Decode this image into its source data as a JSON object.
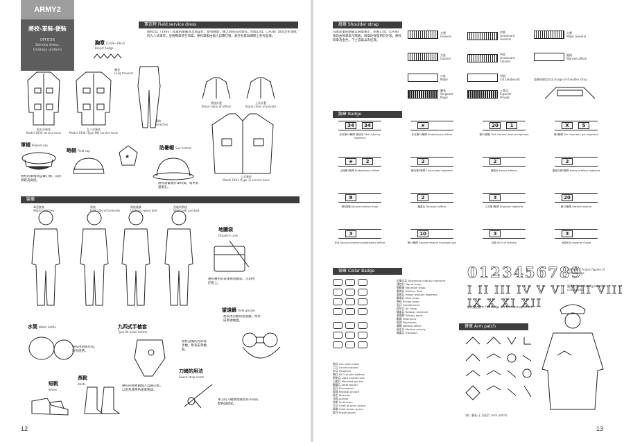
{
  "left": {
    "corner_tag": "ARMY2",
    "title_cn": "將校-軍裝-便裝",
    "title_en": [
      "OFFICER",
      "Service dress,",
      "Undress uniform"
    ],
    "page_number": "12",
    "field_dress_header": "軍衣袴 Field service dress",
    "field_dress_text": "昭和5年（1930）陸軍的軍服為立領設計，配有胸章，稱之為昭五式軍衣。昭和13年（1938）改為立折領式的九八式軍衣，並將胸章移至領章。將校軍服由個人自費訂製，故在材質與細節上各有差異。",
    "jacket_label": "胸章",
    "jacket_years": "(1938~1943)",
    "jacket_sub": "Breast badge",
    "items": {
      "shirt": "襯衣",
      "shirt_en": "Long trousers",
      "m30": "昭五式軍衣",
      "m30_en": "Model 1930 service tunic",
      "m38": "九八式軍衣",
      "m38_en": "Model 1938 (Type 98) service tunic",
      "trousers": "軍袴",
      "trousers_en": "Breeches",
      "officer_collar": "將校外套",
      "officer_collar_en": "Stand collar of officer",
      "private_collar": "士兵外套",
      "private_collar_en": "Stand collar of private",
      "type3": "三式軍衣",
      "type3_en": "Model 1943 (Type 3) service tunic"
    },
    "cap_label": "軍帽",
    "cap_en": "Peaked cap",
    "cap_text": "將校的軍帽為自費訂製，其形狀較為高挺。",
    "fieldcap_label": "略帽",
    "fieldcap_en": "Field cap",
    "helmet_label": "防暑帽",
    "helmet_en": "Sun helmet",
    "helmet_text": "將校防暑帽外罩布質，帽內有通風孔。",
    "gear_header": "裝備",
    "gear_items": [
      "軍官裝束",
      "將校",
      "將校裝備",
      "武裝的將校"
    ],
    "gear_items_en": [
      "Waist breeches",
      "Field side of breeches",
      "Undress sword belt",
      "Waist belt and belt"
    ],
    "map_case_label": "地圖袋",
    "map_case_en": "Dispatch case",
    "map_case_text": "將校專用的皮革製地圖袋，可斜挎於肩上。",
    "binocular_label": "望遠鏡",
    "binocular_en": "Field glasses",
    "binocular_text": "將校用的雙筒望遠鏡，附有皮革收納盒。",
    "canteen_label": "水筒",
    "canteen_en": "Water bottle",
    "canteen_text": "將校用鋁製水筒，附有皮帶。",
    "pistol_label": "九四式手槍套",
    "pistol_en": "Type 94 pistol holster",
    "pistol_text": "將校自備的九四式手槍，附有皮革槍套。",
    "sword_label": "刀緒的用法",
    "sword_en": "Sword strap knots",
    "sword_text": "軍刀的刀緒依階級而有不同的顏色與樣式。",
    "shoes_label": "短靴",
    "shoes_en": "Shoes",
    "boots_label": "長靴",
    "boots_en": "Boots",
    "boots_text": "將校的長靴由個人自費訂製，以黑色或茶色皮革製成。"
  },
  "right": {
    "page_number": "13",
    "strap_header": "肩章 Shoulder strap",
    "strap_text": "日本陸軍的階級以肩章表示，昭和13年（1938）後改由領章表示階級，肩章則保留用於外套。將校肩章為金色，下士官與兵為紅底。",
    "straps_left": [
      {
        "rank": "大將",
        "en": "General"
      },
      {
        "rank": "大佐",
        "en": "Colonel"
      },
      {
        "rank": "少佐",
        "en": "Major"
      },
      {
        "rank": "曹長",
        "en": "Sergeant Major"
      }
    ],
    "straps_mid": [
      {
        "rank": "中將",
        "en": "Lieutenant General"
      },
      {
        "rank": "中佐",
        "en": "Lieutenant Colonel"
      },
      {
        "rank": "中尉",
        "en": "1st Lieutenant"
      },
      {
        "rank": "上等兵",
        "en": "Superior Private"
      }
    ],
    "straps_right": [
      {
        "rank": "少將",
        "en": "Major General"
      },
      {
        "rank": "准尉",
        "en": "Warrant officer"
      }
    ],
    "strap_usage_note": "肩章的使用方法 Usage of shoulder strap",
    "badge_header": "胸章 Badge",
    "badges": [
      {
        "a": "34",
        "b": "34",
        "cap": "步兵第34聯隊 將校用 34th Infantry regiment"
      },
      {
        "a": "★",
        "b": "",
        "cap": "步兵第34聯隊 Probationary officer"
      },
      {
        "a": "20",
        "b": "1",
        "cap": "第20師團 70th Second reserve regiment"
      },
      {
        "a": "X",
        "b": "5",
        "cap": "第5聯隊 5th mountain gun regiment"
      },
      {
        "a": "★",
        "b": "2",
        "cap": "山砲第2聯隊 Probationary officer"
      },
      {
        "a": "2",
        "b": "",
        "cap": "騎兵第2聯隊 2nd cavalry regiment"
      },
      {
        "a": "2",
        "b": "",
        "cap": "重砲兵 Heavy artillery"
      },
      {
        "a": "2",
        "b": "",
        "cap": "重砲兵第2聯隊 Heavy artillery regiment"
      },
      {
        "a": "8",
        "b": "",
        "cap": "第8師團 Second reserve troop"
      },
      {
        "a": "2",
        "b": "",
        "cap": "輜重兵 Transport officer"
      },
      {
        "a": "3",
        "b": "",
        "cap": "工兵第3聯隊 Engineer regiment"
      },
      {
        "a": "20",
        "b": "",
        "cap": "第20聯隊 Second reserve"
      },
      {
        "a": "3",
        "b": "",
        "cap": "步兵 Second reserve probationary officer"
      },
      {
        "a": "10",
        "b": "",
        "cap": "第10聯隊 Second reserve mountain gun"
      },
      {
        "a": "3",
        "b": "",
        "cap": "近衛 NCO of infantry"
      },
      {
        "a": "3",
        "b": "",
        "cap": "近衛步兵 Imperial Guard"
      }
    ],
    "collar_header": "領章 Collar Badge",
    "collar_items": [
      "近衛步兵 Taiwanese infantry regiment",
      "通信兵 Signal troop",
      "野戰軍 Mountain troop",
      "重砲兵 Artillery field",
      "重砲兵 Heavy artillery regiment",
      "戰車兵 Tank troop",
      "學校 School troop",
      "憲兵 Gendarmerie",
      "航空兵 Air troop",
      "鐵道兵 Railway regiment",
      "軍樂隊 Military band",
      "獸醫 Veterinary",
      "經理 Paymaster",
      "軍醫 Medical officer",
      "衛生兵 Medical orderly",
      "輜重兵 Transport"
    ],
    "collar_items_2": [
      "砲兵 Gun with major",
      "工兵 Lance corporal",
      "步兵 Sergeant",
      "騎兵 NCO of gun battery",
      "野砲兵 Light cannon unit",
      "山砲兵 Mounted gunner",
      "輜重兵 Veterinarian",
      "憲兵 Pharmacist",
      "經理 Medical private",
      "衛生 Musician",
      "法務 Judicial",
      "技術 Technician",
      "主計 Chief of army prison",
      "軍樂 Chief prison guard",
      "看守 Prison guard"
    ],
    "numerals": "0123456789",
    "roman": "I II III IV V VI VII VIII IX X XI XII",
    "numerals_cap": "阿拉伯數字 Arabic figures of collar badge",
    "roman_cap": "羅馬數字 Roman figures of collar badge",
    "numerals_note": "各兵種之數字 The badge of Commanding Officer",
    "arm_header": "臂章 Arm patch",
    "arm_caption": "（例）曹長·玉 兵紀兵 (arm patch)"
  }
}
